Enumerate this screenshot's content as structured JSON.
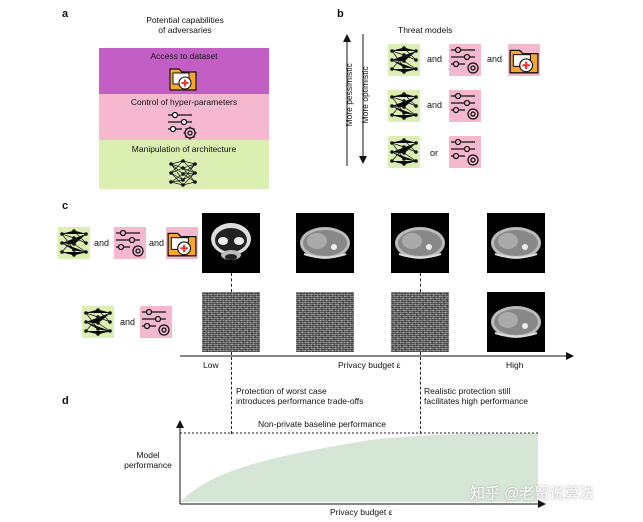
{
  "panel_a": {
    "letter": "a",
    "title": "Potential capabilities\nof adversaries",
    "bands": [
      {
        "label": "Access to dataset",
        "color": "#c35fc4"
      },
      {
        "label": "Control of hyper-parameters",
        "color": "#f5b8cf"
      },
      {
        "label": "Manipulation of architecture",
        "color": "#dcefb2"
      }
    ]
  },
  "panel_b": {
    "letter": "b",
    "title": "Threat models",
    "axis_pessimistic": "More pessimistic",
    "axis_optimistic": "More optimistic",
    "rows": [
      {
        "sep1": "and",
        "sep2": "and"
      },
      {
        "sep1": "and"
      },
      {
        "sep1": "or"
      }
    ]
  },
  "panel_c": {
    "letter": "c",
    "row1_sep1": "and",
    "row1_sep2": "and",
    "row2_sep1": "and",
    "axis_low": "Low",
    "axis_label": "Privacy budget ε",
    "axis_high": "High"
  },
  "panel_d": {
    "letter": "d",
    "note_left": "Protection of worst case\nintroduces performance trade-offs",
    "note_right": "Realistic protection still\nfacilitates high performance",
    "baseline_label": "Non-private baseline performance",
    "ylabel": "Model\nperformance",
    "xlabel": "Privacy budget ε"
  },
  "watermark": "知乎 @老留说算法",
  "colors": {
    "green": "#dcefb2",
    "pink": "#f5b8cf",
    "orange": "#f7a82a",
    "area": "#d6e6d6"
  }
}
